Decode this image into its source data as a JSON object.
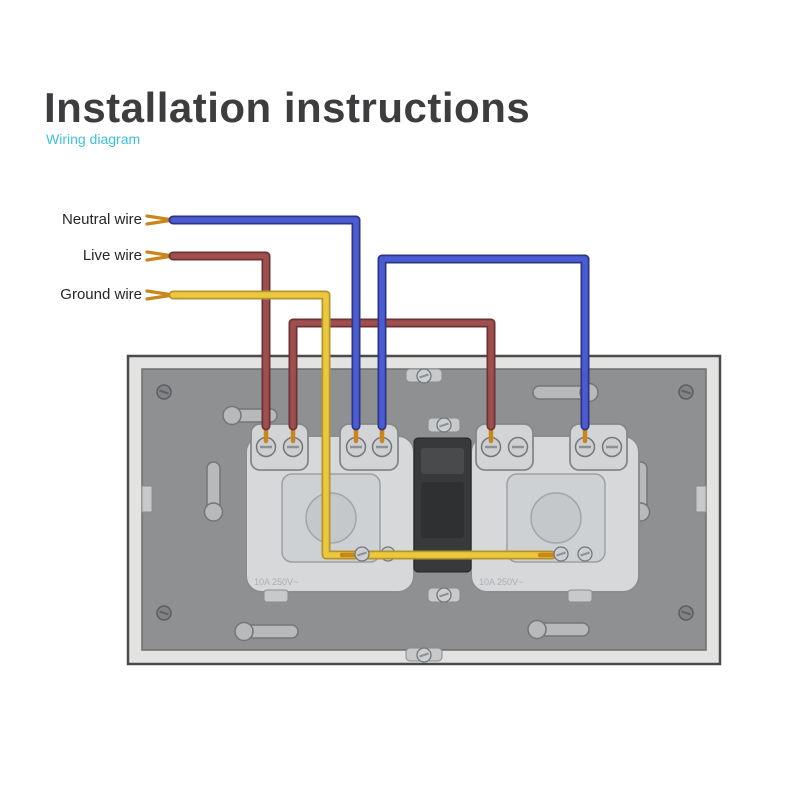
{
  "header": {
    "title": "Installation instructions",
    "subtitle": "Wiring diagram"
  },
  "wire_labels": {
    "neutral": "Neutral wire",
    "live": "Live wire",
    "ground": "Ground wire"
  },
  "module_marking": "10A 250V~",
  "colors": {
    "title": "#3d3d3f",
    "subtitle": "#3ec1dd",
    "label_text": "#26262a",
    "neutral": "#4a5cd4",
    "neutral_dark": "#2e3682",
    "live": "#a04f4f",
    "live_dark": "#6b3333",
    "ground": "#ecc83e",
    "ground_dark": "#b5942c",
    "copper": "#c9861d",
    "panel_frame": "#e3e3e2",
    "panel_face": "#8f9092",
    "panel_border": "#4b4b4d",
    "module_body": "#d6d8da",
    "module_border": "#8b8e91",
    "slot_fill": "#b7b9bb",
    "connector": "#37393b",
    "tab_fill": "#c7c9cb"
  }
}
